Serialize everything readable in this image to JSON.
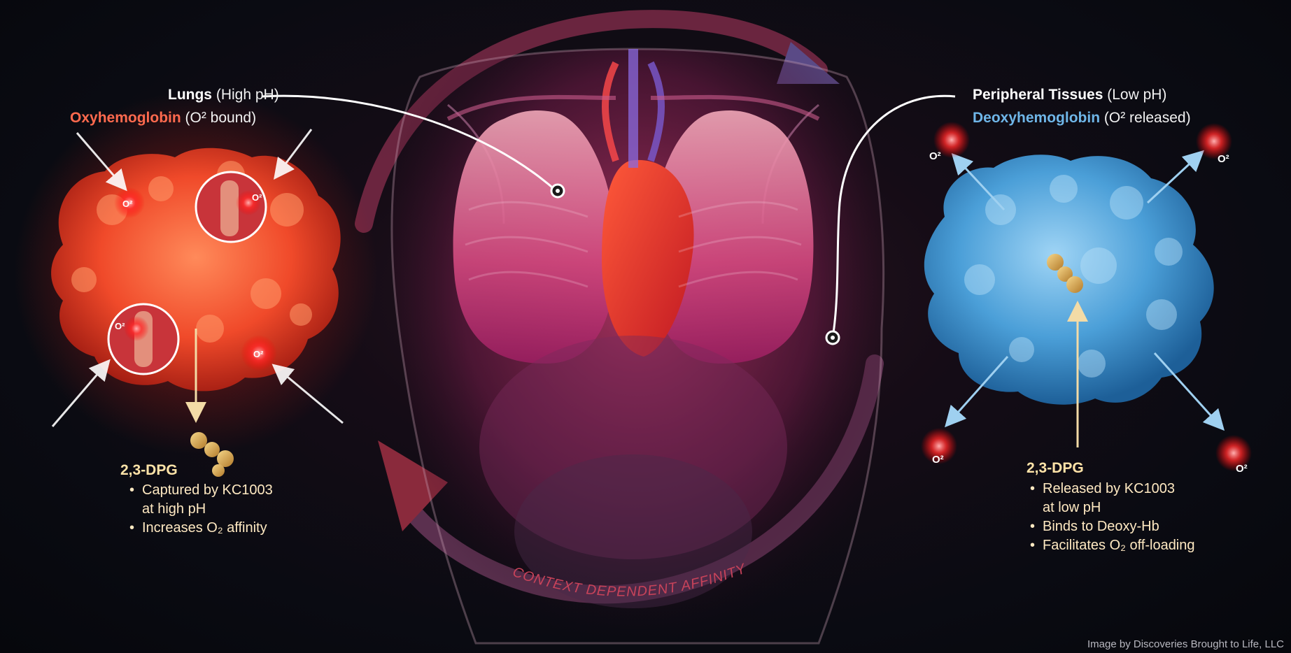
{
  "lungs": {
    "title": "Lungs",
    "condition": "(High pH)"
  },
  "oxyhemoglobin": {
    "name": "Oxyhemoglobin",
    "state": "(O² bound)"
  },
  "peripheral": {
    "title": "Peripheral Tissues",
    "condition": "(Low pH)"
  },
  "deoxyhemoglobin": {
    "name": "Deoxyhemoglobin",
    "state": "(O² released)"
  },
  "o2_label": "O²",
  "left_dpg": {
    "title": "2,3-DPG",
    "bullets": [
      "Captured by KC1003",
      "at high pH",
      "Increases O₂ affinity"
    ]
  },
  "right_dpg": {
    "title": "2,3-DPG",
    "bullets": [
      "Released by KC1003",
      "at low pH",
      "Binds to Deoxy-Hb",
      "Facilitates O₂ off-loading"
    ]
  },
  "cycle_label": "CONTEXT DEPENDENT AFFINITY",
  "credit": "Image by Discoveries Brought to Life, LLC",
  "colors": {
    "oxy_red": "#e8412a",
    "deoxy_blue": "#4f9fd6",
    "arrow_red": "#8a2a3c",
    "arrow_violet": "#5a4a7a",
    "dpg_gold": "#d9a046"
  }
}
